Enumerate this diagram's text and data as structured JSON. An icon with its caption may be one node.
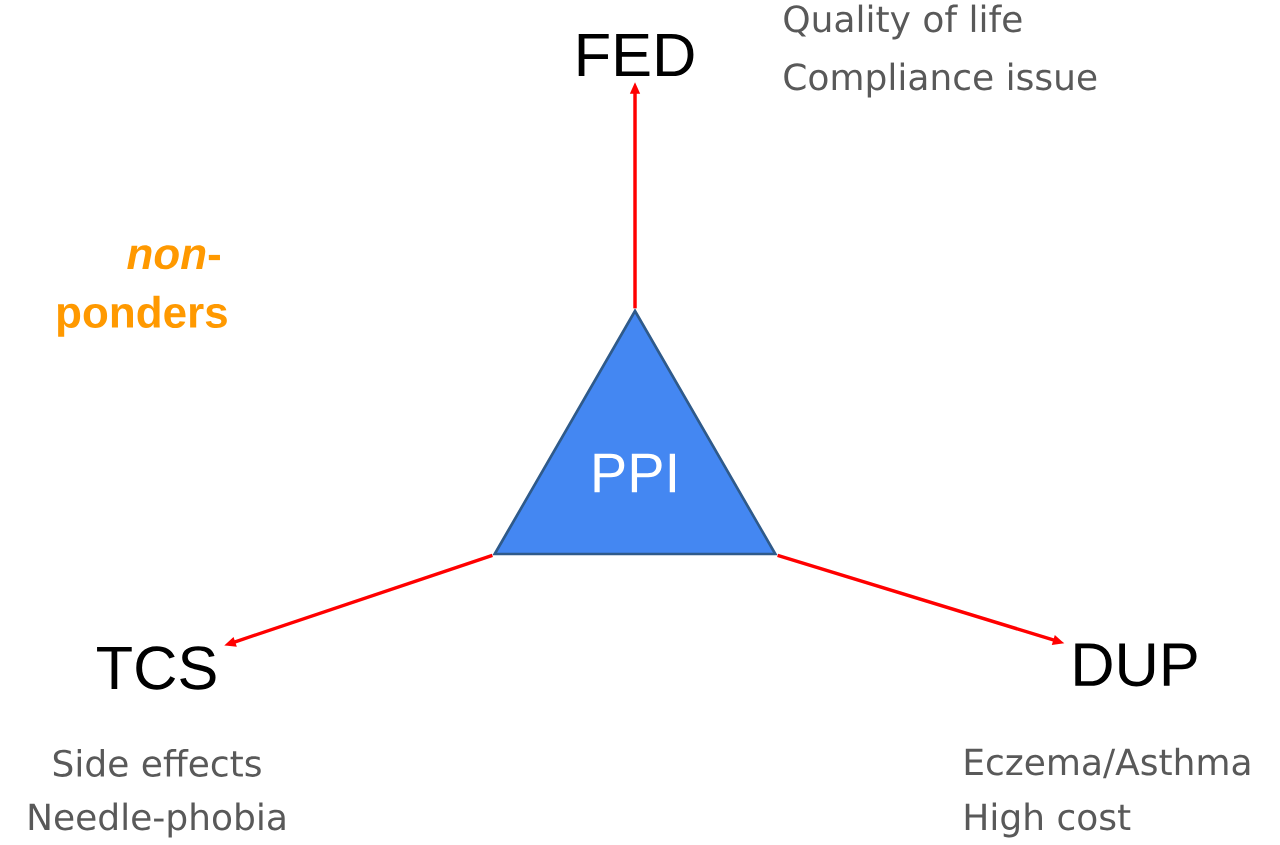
{
  "diagram": {
    "nodes": [
      {
        "text": [
          "FED"
        ],
        "beside": [
          "Quality of life",
          "Compliance issue"
        ]
      },
      {
        "text": [
          "PPI"
        ]
      },
      {
        "text": [
          "TCS"
        ],
        "beside": [
          "Side effects",
          "Needle-phobia"
        ]
      },
      {
        "text": [
          "DUP"
        ],
        "beside": [
          "Eczema/Asthma",
          "High cost"
        ]
      }
    ],
    "edges": [
      {
        "from": 1,
        "to": 0,
        "arrow": "to"
      },
      {
        "from": 1,
        "to": 2,
        "arrow": "to"
      },
      {
        "from": 1,
        "to": 3,
        "arrow": "to"
      }
    ],
    "labels": [
      "*non*- ponders"
    ]
  }
}
